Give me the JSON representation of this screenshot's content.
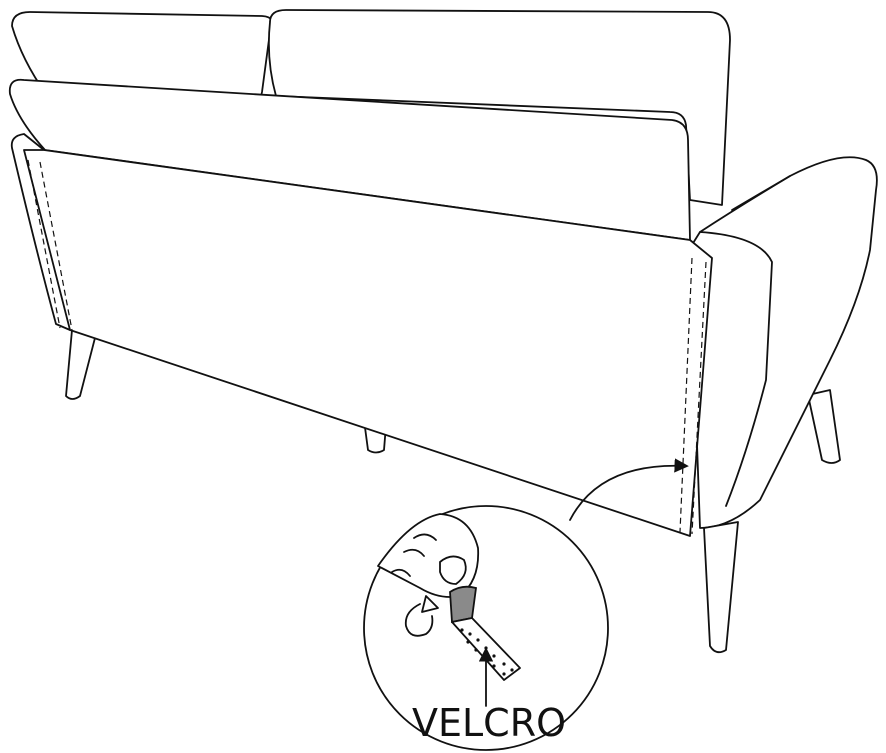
{
  "callout": {
    "label": "VELCRO"
  },
  "colors": {
    "line": "#111111",
    "background": "#ffffff",
    "strap_fill": "#8a8a8a"
  },
  "icons": [
    "sofa-back-illustration",
    "velcro-detail-magnifier",
    "finger-icon",
    "rotate-arrow-icon",
    "pointer-arrow-icon"
  ]
}
